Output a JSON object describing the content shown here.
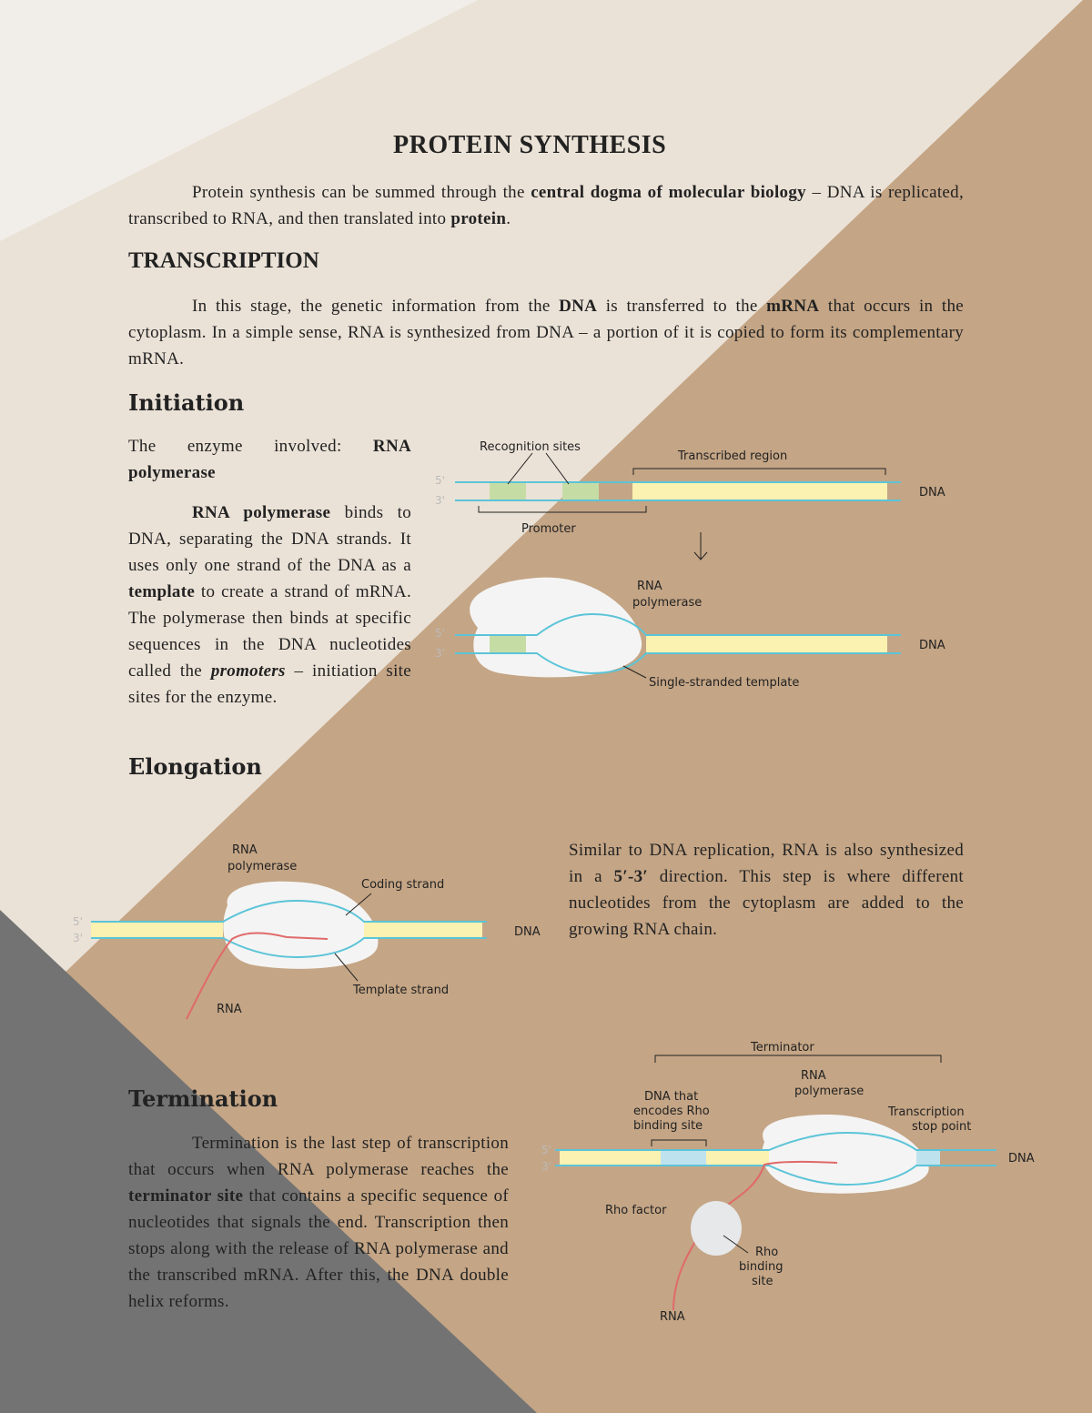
{
  "colors": {
    "tan": "#c4a585",
    "beige": "#ebe2d7",
    "offwhite": "#f1eee9",
    "dark": "#737373",
    "dna_blue": "#5bc4d8",
    "dna_yellow": "#fbf1b0",
    "promoter_green": "#c6dca5",
    "rna_red": "#e06a6a"
  },
  "title": "PROTEIN SYNTHESIS",
  "intro": {
    "p1": "Protein synthesis can be summed through the ",
    "b1": "central dogma of molecular biology",
    "p2": " – DNA is replicated, transcribed to RNA, and then translated into ",
    "b2": "protein",
    "p3": "."
  },
  "transcription": {
    "heading": "TRANSCRIPTION",
    "p1": "In this stage, the genetic information from the ",
    "b1": "DNA",
    "p2": " is transferred to the ",
    "b2": "mRNA",
    "p3": " that occurs in the cytoplasm. In a simple sense, RNA is synthesized from DNA – a portion of it is copied to form its complementary mRNA."
  },
  "initiation": {
    "heading": "Initiation",
    "enzyme_label": "The enzyme involved: ",
    "enzyme": "RNA polymerase",
    "b1": "RNA polymerase",
    "p1": " binds to DNA, separating the DNA strands. It uses only one strand of the DNA as a ",
    "b2": "template",
    "p2": " to create a strand of mRNA. The polymerase then binds at specific sequences in the DNA nucleotides called the ",
    "b3": "promoters",
    "p3": " – initiation site sites for the enzyme.",
    "diagram": {
      "recognition": "Recognition sites",
      "transcribed": "Transcribed region",
      "promoter": "Promoter",
      "dna": "DNA",
      "rnap1": "RNA",
      "rnap2": "polymerase",
      "template": "Single-stranded template",
      "five": "5'",
      "three": "3'"
    }
  },
  "elongation": {
    "heading": "Elongation",
    "text_a": "Similar to DNA replication, RNA is also synthesized in a ",
    "b1": "5′-3′",
    "text_b": " direction. This step is where different nucleotides from the cytoplasm are added to the growing RNA chain.",
    "diagram": {
      "rnap1": "RNA",
      "rnap2": "polymerase",
      "coding": "Coding strand",
      "template": "Template strand",
      "dna": "DNA",
      "rna": "RNA",
      "five": "5'",
      "three": "3'"
    }
  },
  "termination": {
    "heading": "Termination",
    "p1": "Termination is the last step of transcription that occurs when RNA polymerase reaches the ",
    "b1": "terminator site",
    "p2": " that contains a specific sequence of nucleotides that signals the end. Transcription then stops along with the release of RNA polymerase and the transcribed mRNA. After this, the DNA double helix reforms.",
    "diagram": {
      "terminator": "Terminator",
      "rnap1": "RNA",
      "rnap2": "polymerase",
      "dna_rho1": "DNA that",
      "dna_rho2": "encodes Rho",
      "dna_rho3": "binding site",
      "stop1": "Transcription",
      "stop2": "stop point",
      "dna": "DNA",
      "rho_factor": "Rho factor",
      "rho_site1": "Rho",
      "rho_site2": "binding",
      "rho_site3": "site",
      "rna": "RNA",
      "five": "5'",
      "three": "3'"
    }
  }
}
